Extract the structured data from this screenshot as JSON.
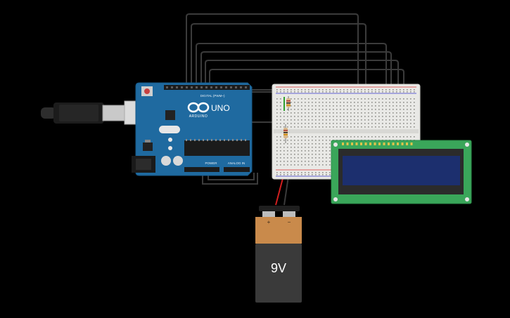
{
  "arduino": {
    "brand": "ARDUINO",
    "model": "UNO",
    "digital_header_label": "DIGITAL (PWM~)",
    "power_header_label": "POWER",
    "analog_header_label": "ANALOG IN"
  },
  "battery": {
    "voltage_label": "9V",
    "plus_label": "+",
    "minus_label": "−",
    "body_color": "#3a3a3a",
    "cap_color": "#c98a4b"
  },
  "lcd": {
    "board_color": "#3aa65a",
    "screen_color": "#1c2f6e"
  },
  "colors": {
    "background": "#000000",
    "arduino_board": "#1f6aa0",
    "breadboard": "#e9e9e6",
    "wire": "#3a3a3a",
    "wire_red": "#d21f1f"
  }
}
